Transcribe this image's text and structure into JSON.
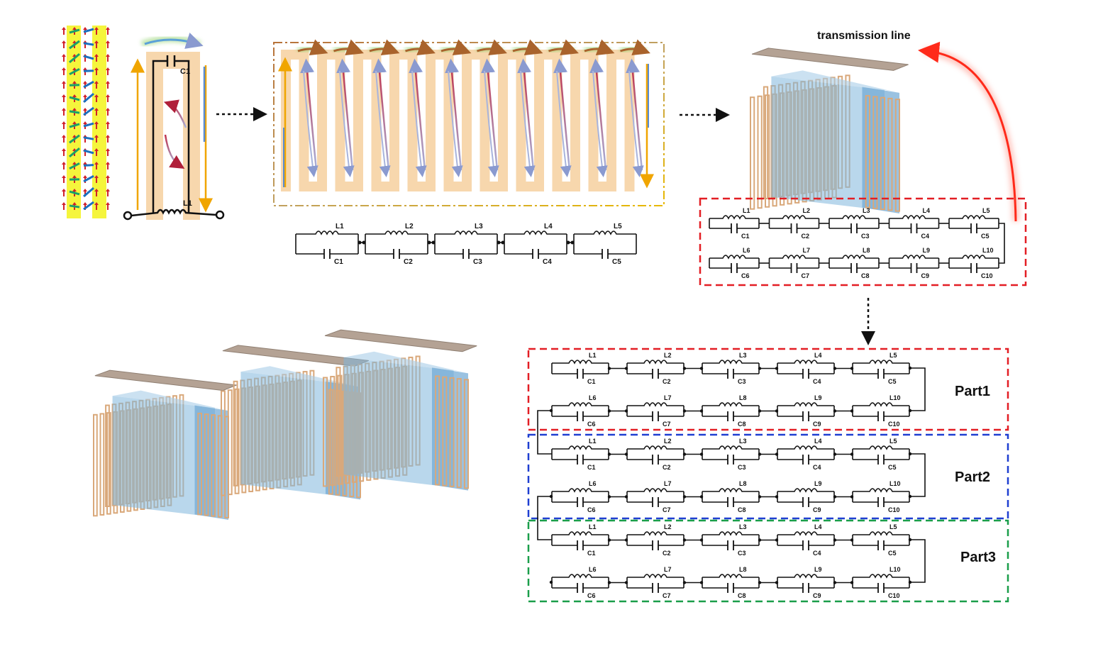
{
  "labels": {
    "transmission_line": "transmission line",
    "cell_capacitor": "C1",
    "cell_inductor": "L1"
  },
  "circuits": {
    "row1": {
      "inductors": [
        "L1",
        "L2",
        "L3",
        "L4",
        "L5"
      ],
      "capacitors": [
        "C1",
        "C2",
        "C3",
        "C4",
        "C5"
      ]
    },
    "row2": {
      "inductors": [
        "L6",
        "L7",
        "L8",
        "L9",
        "L10"
      ],
      "capacitors": [
        "C6",
        "C7",
        "C8",
        "C9",
        "C10"
      ]
    }
  },
  "parts": [
    {
      "label": "Part1",
      "color": "#e31e24"
    },
    {
      "label": "Part2",
      "color": "#1f3fd1"
    },
    {
      "label": "Part3",
      "color": "#1a9e4a"
    }
  ],
  "colors": {
    "metal": "#f7d7ad",
    "metal_edge": "#d9a87a",
    "dielectric": "#7fb7dc",
    "highlight": "#f5f53c",
    "red_box": "#e31e24",
    "arrow_red": "#ff2a1a",
    "arrow_gold": "#f0a500"
  }
}
